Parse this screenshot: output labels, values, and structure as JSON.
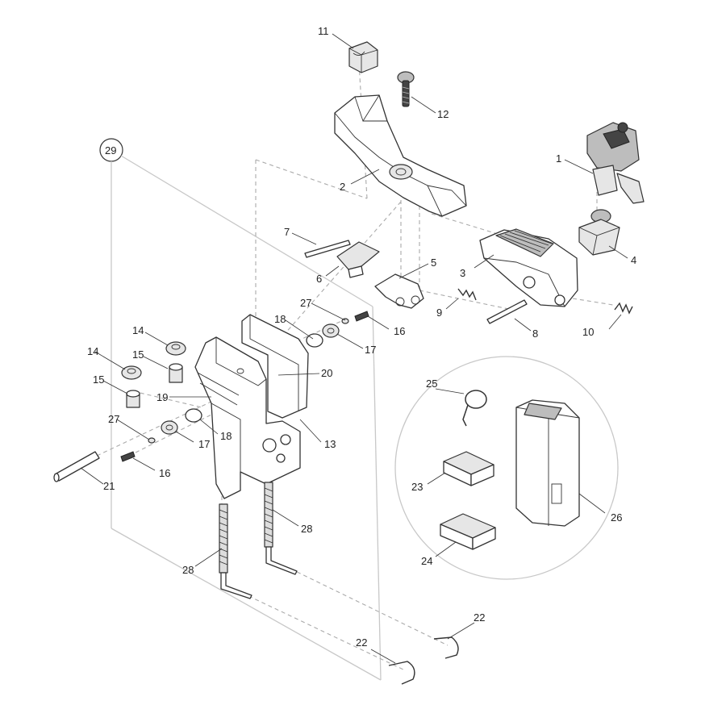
{
  "callouts": {
    "c1": "1",
    "c2": "2",
    "c3": "3",
    "c4": "4",
    "c5": "5",
    "c6": "6",
    "c7": "7",
    "c8": "8",
    "c9": "9",
    "c10": "10",
    "c11": "11",
    "c12": "12",
    "c13": "13",
    "c14a": "14",
    "c14b": "14",
    "c15a": "15",
    "c15b": "15",
    "c16a": "16",
    "c16b": "16",
    "c17a": "17",
    "c17b": "17",
    "c18a": "18",
    "c18b": "18",
    "c19": "19",
    "c20": "20",
    "c21": "21",
    "c22a": "22",
    "c22b": "22",
    "c23": "23",
    "c24": "24",
    "c25": "25",
    "c26": "26",
    "c27a": "27",
    "c27b": "27",
    "c28a": "28",
    "c28b": "28",
    "c29": "29"
  }
}
